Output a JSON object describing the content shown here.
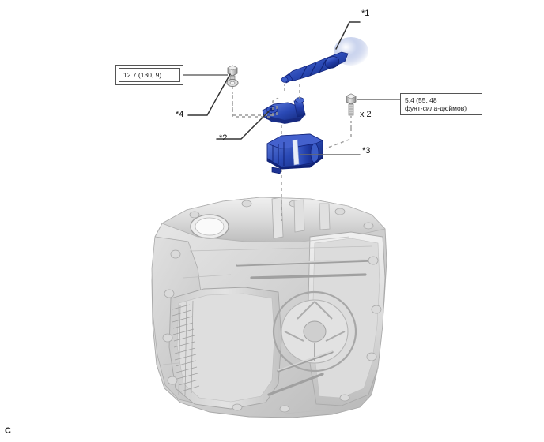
{
  "page": {
    "corner_mark": "C",
    "background_color": "#ffffff",
    "part_color": "#2440ad",
    "housing_color": "#cfcfcf"
  },
  "torque_specs": [
    {
      "id": "spec-torque-1",
      "lines": [
        "12.7 (130, 9)"
      ]
    },
    {
      "id": "spec-torque-2",
      "lines": [
        "5.4 (55, 48",
        "фунт-сила-дюймов)"
      ]
    }
  ],
  "callouts": {
    "item_1": "*1",
    "item_2": "*2",
    "item_3": "*3",
    "item_4": "*4",
    "quantity_2": "x 2"
  },
  "parts": {
    "shaft_assembly": "*1",
    "lever_bracket": "*2",
    "solenoid_valve_body": "*3",
    "seal_washer": "*4",
    "bolt": "x 2"
  }
}
